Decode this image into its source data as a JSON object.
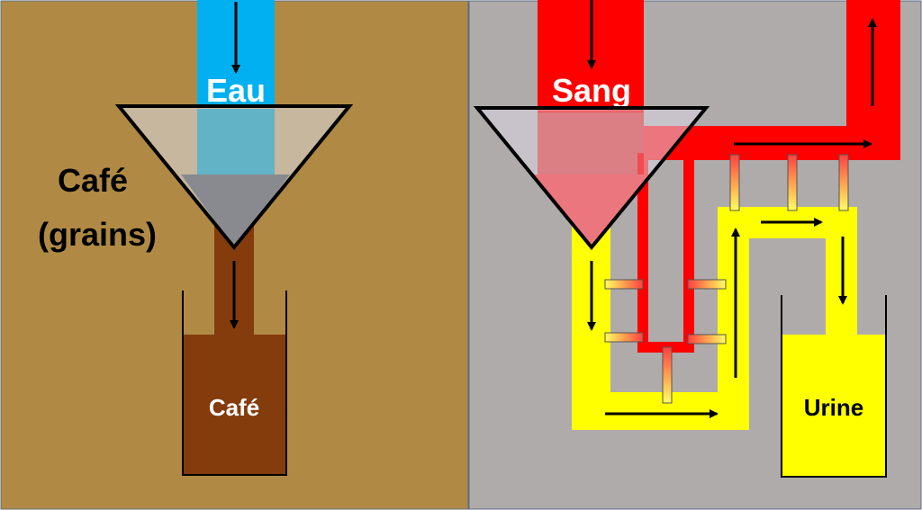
{
  "panels": {
    "coffee": {
      "water_label": "Eau",
      "grounds_label_line1": "Café",
      "grounds_label_line2": "(grains)",
      "product_label": "Café",
      "background_color": "#B08A45",
      "water_color": "#00B0F0",
      "coffee_color": "#843C0C",
      "grounds_color": "#262626"
    },
    "kidney": {
      "blood_label": "Sang",
      "product_label": "Urine",
      "background_color": "#AFABAB",
      "blood_color": "#FF0000",
      "urine_color": "#FFFF00"
    }
  }
}
